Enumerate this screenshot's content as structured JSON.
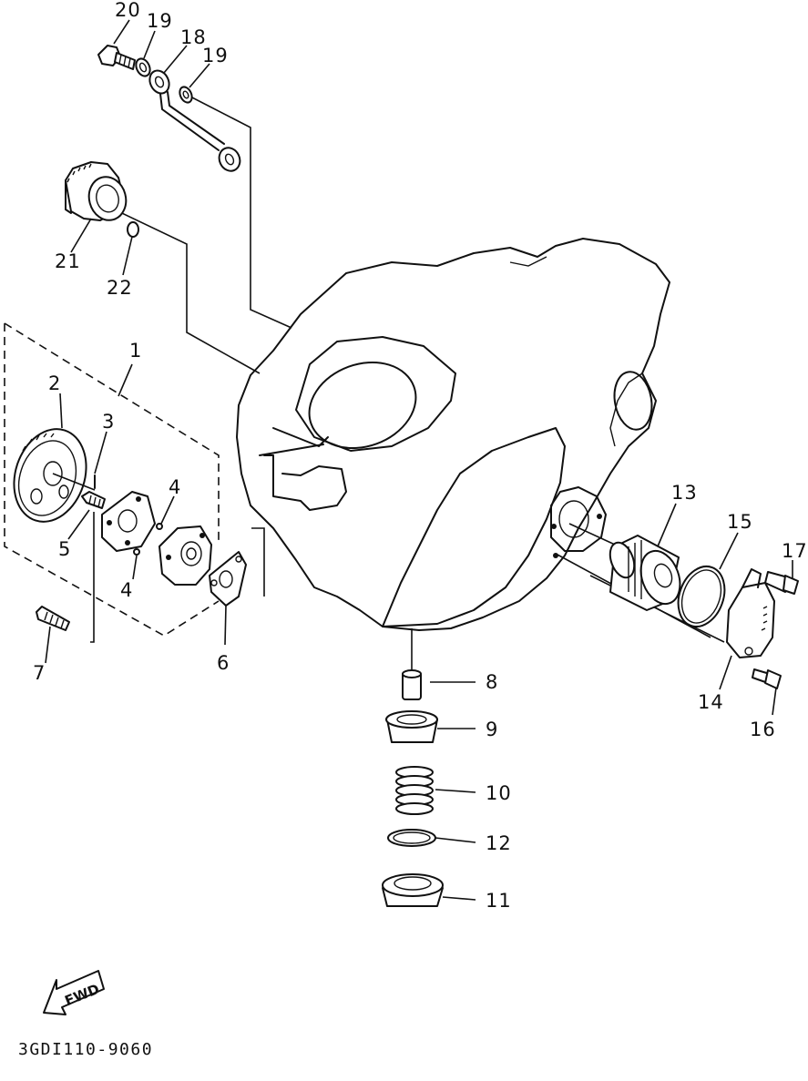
{
  "diagram": {
    "callouts": {
      "c1": "1",
      "c2": "2",
      "c3": "3",
      "c4a": "4",
      "c4b": "4",
      "c5": "5",
      "c6": "6",
      "c7": "7",
      "c8": "8",
      "c9": "9",
      "c10": "10",
      "c11": "11",
      "c12": "12",
      "c13": "13",
      "c14": "14",
      "c15": "15",
      "c16": "16",
      "c17": "17",
      "c18": "18",
      "c19a": "19",
      "c19b": "19",
      "c20": "20",
      "c21": "21",
      "c22": "22"
    },
    "fwd_label": "FWD",
    "drawing_code": "3GDI110-9060"
  }
}
